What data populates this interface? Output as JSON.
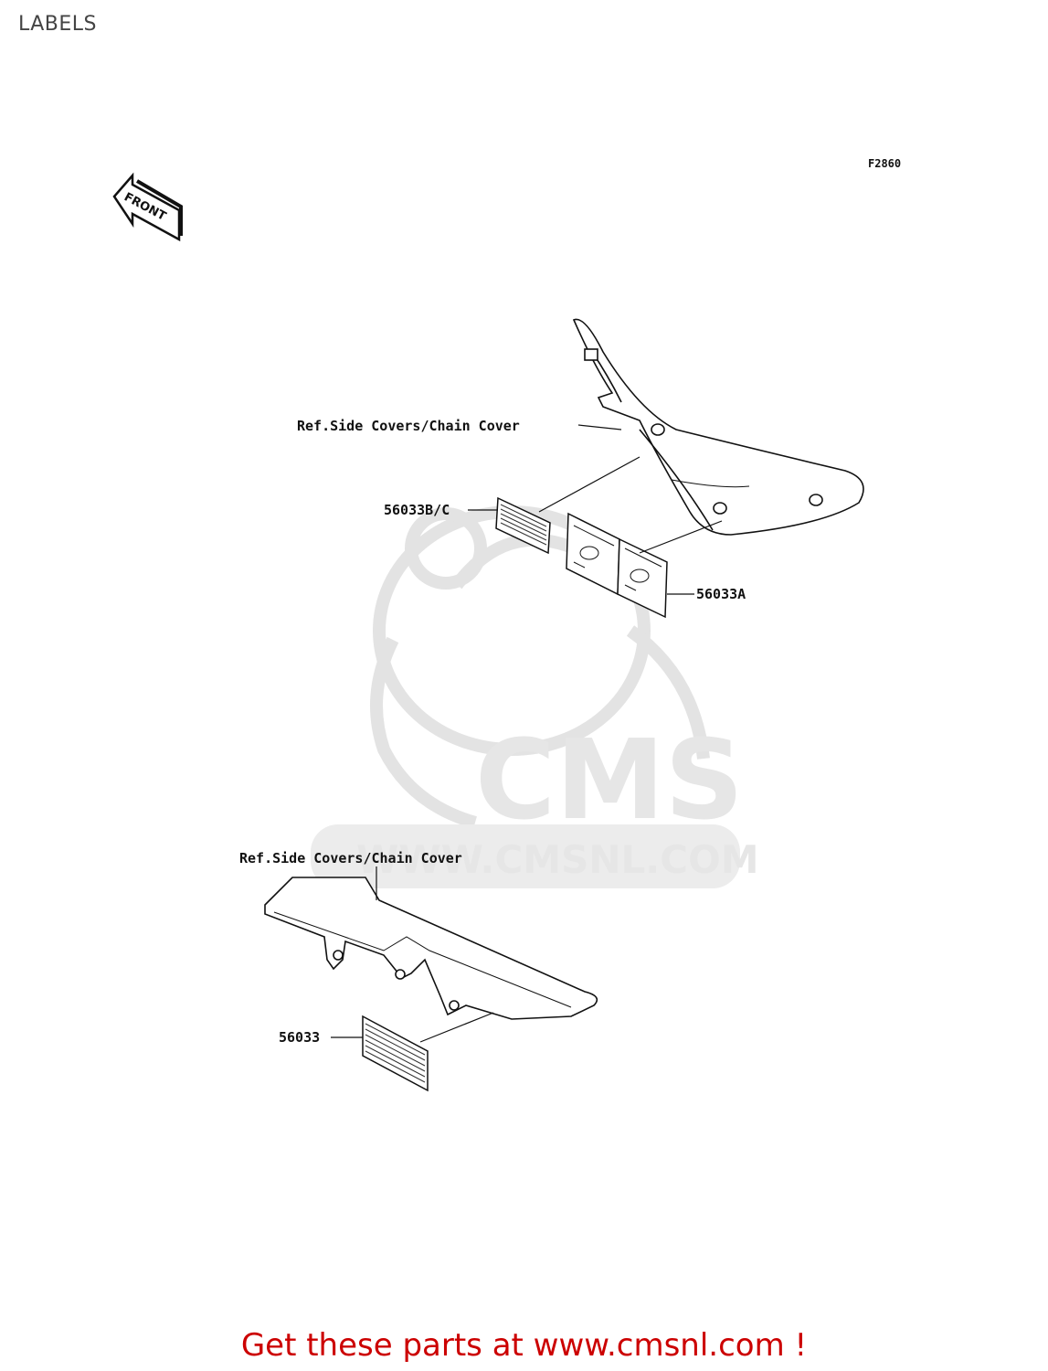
{
  "page": {
    "title": "LABELS"
  },
  "diagram": {
    "figure_code": "F2860",
    "front_arrow_label": "FRONT",
    "callouts": {
      "ref_upper": "Ref.Side Covers/Chain Cover",
      "part_56033bc": "56033B/C",
      "part_56033a": "56033A",
      "ref_lower": "Ref.Side Covers/Chain Cover",
      "part_56033": "56033"
    }
  },
  "watermark": {
    "logo_text": "CMS",
    "url_text": "WWW.CMSNL.COM"
  },
  "footer": {
    "text": "Get these parts at www.cmsnl.com !"
  },
  "colors": {
    "footer": "#cc0000",
    "line": "#111111",
    "watermark": "#e6e6e6"
  }
}
